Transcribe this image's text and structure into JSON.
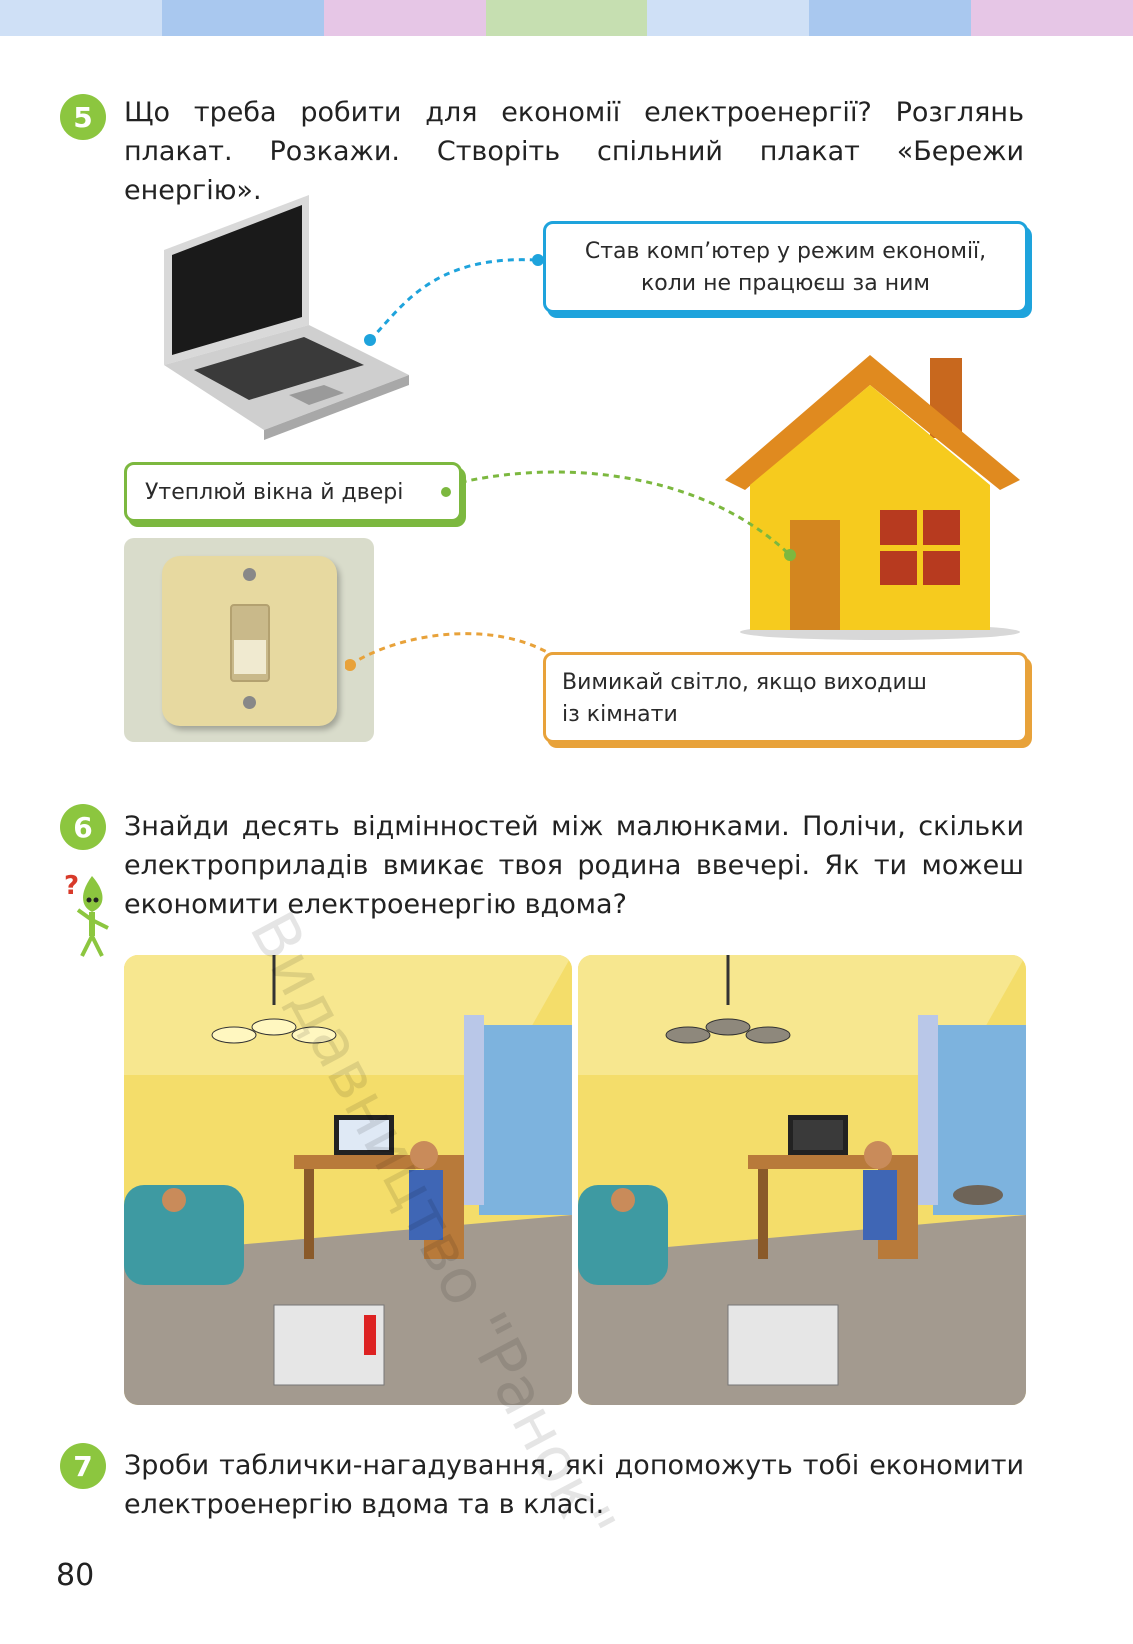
{
  "header": {
    "colors": [
      "#cfe0f6",
      "#a9c8ef",
      "#e6c6e6",
      "#c6dfb1",
      "#cfe0f6",
      "#a9c8ef",
      "#e6c6e6"
    ]
  },
  "task5": {
    "number": "5",
    "text": "Що треба робити для економії електроенергії? Розглянь плакат. Розкажи. Створіть спільний плакат «Бережи енергію».",
    "callouts": {
      "computer": {
        "line1": "Став комп’ютер у режим економії,",
        "line2": "коли не працюєш за ним",
        "color": "#1ea3dc"
      },
      "windows": {
        "text": "Утеплюй вікна й двері",
        "color": "#7cb83f"
      },
      "light": {
        "line1": "Вимикай світло, якщо виходиш",
        "line2": "із кімнати",
        "color": "#e8a23a"
      }
    }
  },
  "task6": {
    "number": "6",
    "text": "Знайди десять відмінностей між малюнками. Полічи, скільки електроприладів вмикає твоя родина ввечері. Як ти можеш економити електроенергію вдома?"
  },
  "task7": {
    "number": "7",
    "text": "Зроби таблички-нагадування, які допоможуть тобі економити електроенергію вдома та в класі."
  },
  "watermark": "Видавництво \"Ранок\"",
  "page_number": "80",
  "icons": [
    "laptop-icon",
    "house-icon",
    "light-switch-icon",
    "question-mascot-icon"
  ]
}
